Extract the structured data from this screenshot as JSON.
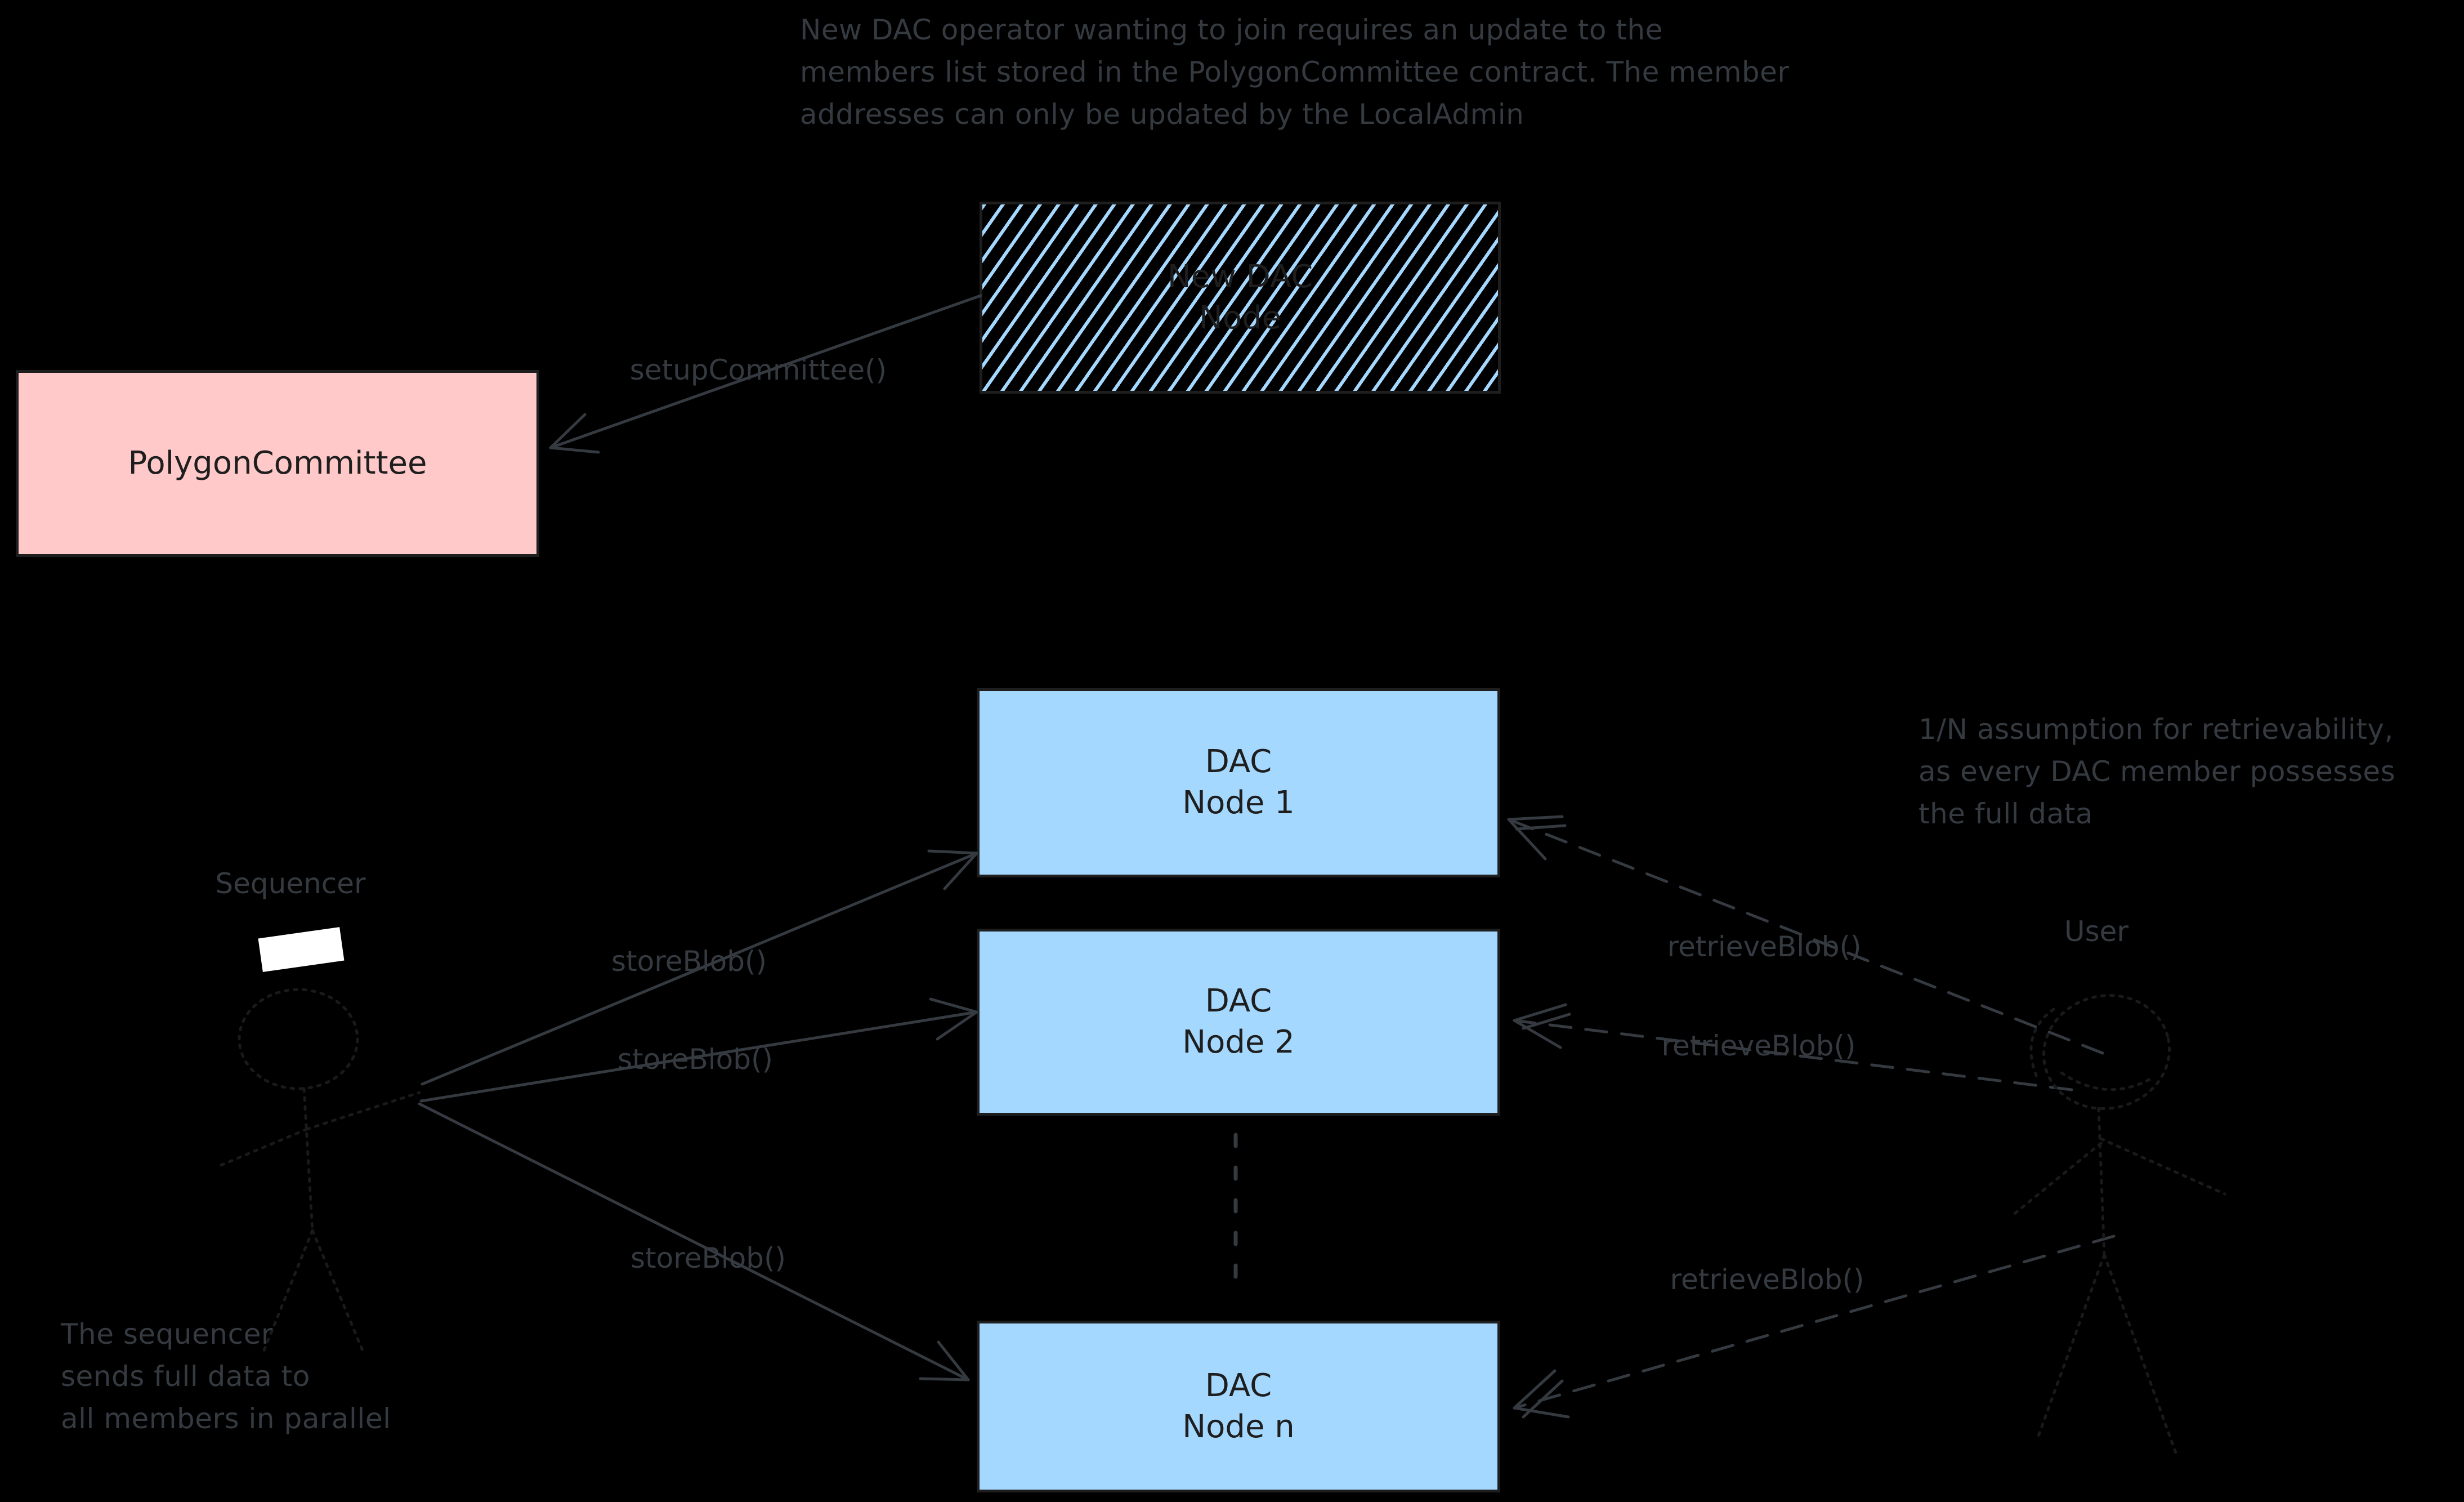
{
  "colors": {
    "background": "#000000",
    "node_blue": "#a5d8ff",
    "committee_pink": "#ffc9c9",
    "dark_stroke": "#1e1e1e",
    "annotation_gray": "#343a40",
    "hat_white": "#ffffff"
  },
  "notes": {
    "top": "New DAC operator wanting to join requires an update to the\nmembers list stored in the PolygonCommittee contract. The member\naddresses can only be updated by the LocalAdmin",
    "retrievability": "1/N assumption for retrievability,\nas every DAC member possesses\nthe full data",
    "parallel": "The sequencer\nsends full data to\nall members in parallel"
  },
  "boxes": {
    "new_dac_node": {
      "line1": "New DAC",
      "line2": "Node"
    },
    "polygon_committee": {
      "label": "PolygonCommittee"
    },
    "dac_node_1": {
      "line1": "DAC",
      "line2": "Node 1"
    },
    "dac_node_2": {
      "line1": "DAC",
      "line2": "Node 2"
    },
    "dac_node_n": {
      "line1": "DAC",
      "line2": "Node n"
    }
  },
  "actors": {
    "sequencer_label": "Sequencer",
    "user_label": "User"
  },
  "edge_labels": {
    "setup_committee": "setupCommittee()",
    "store_blob": "storeBlob()",
    "retrieve_blob": "retrieveBlob()"
  }
}
